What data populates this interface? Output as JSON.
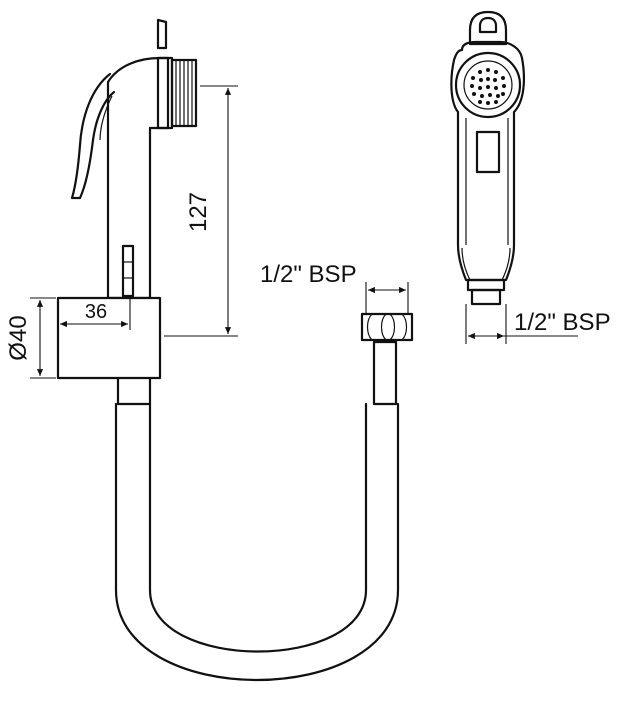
{
  "dimensions": {
    "height_label": "127",
    "bracket_depth_label": "36",
    "bracket_diameter_label": "Ø40",
    "hose_thread_label": "1/2\" BSP",
    "handle_thread_label": "1/2\" BSP"
  }
}
